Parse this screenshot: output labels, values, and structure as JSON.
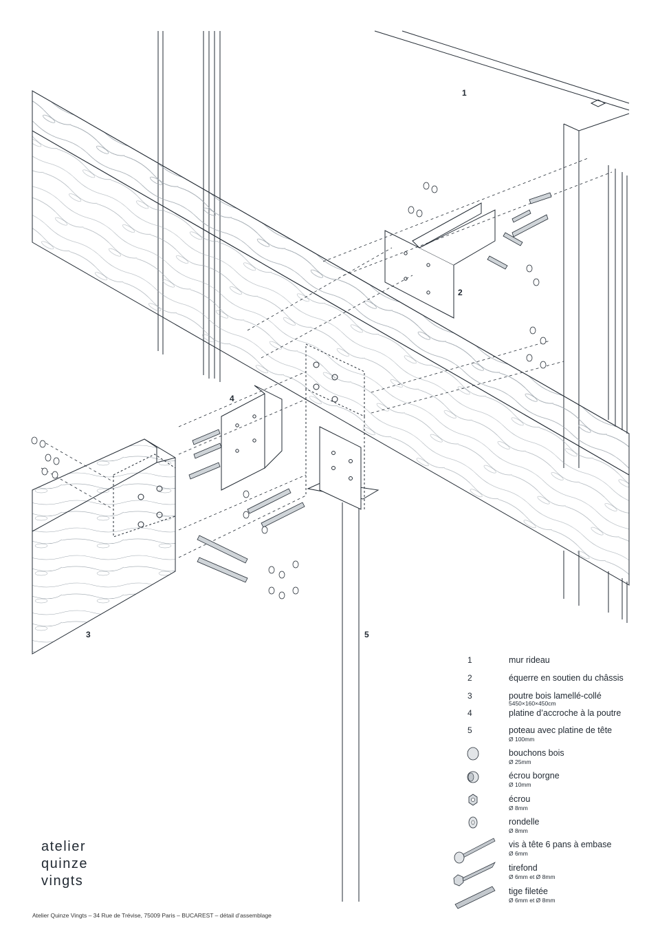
{
  "callouts": [
    "1",
    "2",
    "3",
    "4",
    "5"
  ],
  "legend": [
    {
      "number": "1",
      "label": "mur rideau",
      "sub": ""
    },
    {
      "number": "2",
      "label": "équerre en soutien du châssis",
      "sub": ""
    },
    {
      "number": "3",
      "label": "poutre bois lamellé-collé",
      "sub": "5450×160×450cm"
    },
    {
      "number": "4",
      "label": "platine d’accroche à la poutre",
      "sub": ""
    },
    {
      "number": "5",
      "label": "poteau avec platine de tête",
      "sub": "Ø 100mm"
    },
    {
      "number": "",
      "icon": "wood-plug-icon",
      "label": "bouchons bois",
      "sub": "Ø 25mm"
    },
    {
      "number": "",
      "icon": "cap-nut-icon",
      "label": "écrou borgne",
      "sub": "Ø 10mm"
    },
    {
      "number": "",
      "icon": "nut-icon",
      "label": "écrou",
      "sub": "Ø 8mm"
    },
    {
      "number": "",
      "icon": "washer-icon",
      "label": "rondelle",
      "sub": "Ø 8mm"
    },
    {
      "number": "",
      "icon": "hex-flange-screw-icon",
      "label": "vis à tête 6 pans à embase",
      "sub": "Ø 6mm"
    },
    {
      "number": "",
      "icon": "lag-screw-icon",
      "label": "tirefond",
      "sub": "Ø 6mm et Ø 8mm"
    },
    {
      "number": "",
      "icon": "threaded-rod-icon",
      "label": "tige filetée",
      "sub": "Ø 6mm et Ø 8mm"
    }
  ],
  "brand": [
    "atelier",
    "quinze",
    "vingts"
  ],
  "footer": "Atelier Quinze Vingts – 34 Rue de Trévise, 75009 Paris – BUCAREST – détail d’assemblage",
  "colors": {
    "ink": "#222a33",
    "paper": "#ffffff",
    "hardware": "#cfd4d8"
  }
}
